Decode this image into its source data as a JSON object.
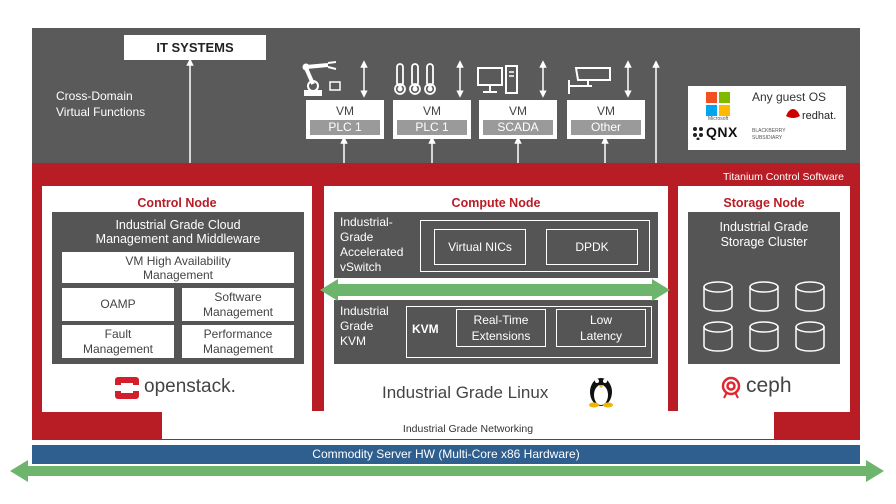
{
  "top": {
    "it_systems": "IT SYSTEMS",
    "cross_domain_line1": "Cross-Domain",
    "cross_domain_line2": "Virtual Functions"
  },
  "vms": [
    {
      "title": "VM",
      "subtitle": "PLC 1",
      "icon": "robot-arm-icon"
    },
    {
      "title": "VM",
      "subtitle": "PLC 1",
      "icon": "thermometer-icon"
    },
    {
      "title": "VM",
      "subtitle": "SCADA",
      "icon": "computer-icon"
    },
    {
      "title": "VM",
      "subtitle": "Other",
      "icon": "security-camera-icon"
    }
  ],
  "guest_os": {
    "label": "Any guest OS",
    "microsoft": "Microsoft",
    "qnx": "QNX",
    "blackberry_line1": "BLACKBERRY",
    "blackberry_line2": "SUBSIDIARY",
    "redhat": "redhat."
  },
  "titanium": "Titanium Control Software",
  "control_node": {
    "title": "Control Node",
    "header_line1": "Industrial Grade Cloud",
    "header_line2": "Management and Middleware",
    "ha_line1": "VM High Availability",
    "ha_line2": "Management",
    "oamp": "OAMP",
    "software_line1": "Software",
    "software_line2": "Management",
    "fault_line1": "Fault",
    "fault_line2": "Management",
    "perf_line1": "Performance",
    "perf_line2": "Management",
    "logo": "openstack."
  },
  "compute_node": {
    "title": "Compute Node",
    "vswitch_lines": [
      "Industrial-",
      "Grade",
      "Accelerated",
      "vSwitch"
    ],
    "virtual_nics": "Virtual NICs",
    "dpdk": "DPDK",
    "kvm_lines": [
      "Industrial",
      "Grade",
      "KVM"
    ],
    "kvm": "KVM",
    "rt_line1": "Real-Time",
    "rt_line2": "Extensions",
    "low_line1": "Low",
    "low_line2": "Latency",
    "linux": "Industrial Grade Linux"
  },
  "storage_node": {
    "title": "Storage Node",
    "cluster_line1": "Industrial Grade",
    "cluster_line2": "Storage Cluster",
    "logo": "ceph"
  },
  "networking": "Industrial Grade Networking",
  "hardware": "Commodity Server HW (Multi-Core x86 Hardware)",
  "colors": {
    "red": "#b81c25",
    "gray": "#5a5a5a",
    "blue": "#2e5f8f",
    "green": "#6db56d"
  }
}
